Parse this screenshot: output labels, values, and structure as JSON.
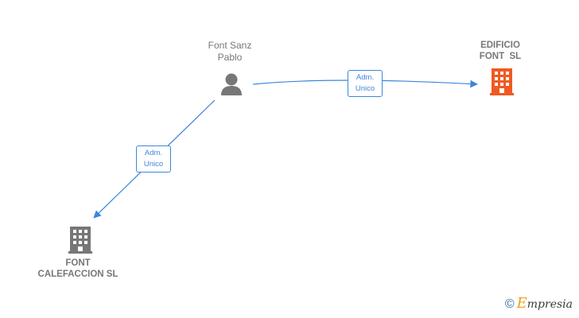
{
  "nodes": {
    "person": {
      "line1": "Font Sanz",
      "line2": "Pablo"
    },
    "company_right": {
      "line1": "EDIFICIO",
      "line2": "FONT  SL"
    },
    "company_left": {
      "line1": "FONT",
      "line2": "CALEFACCION SL"
    }
  },
  "edges": {
    "to_right": {
      "line1": "Adm.",
      "line2": "Unico"
    },
    "to_left": {
      "line1": "Adm.",
      "line2": "Unico"
    }
  },
  "brand": {
    "symbol": "©",
    "initial": "E",
    "rest": "mpresia"
  },
  "colors": {
    "edge": "#3d86d9",
    "person_icon": "#777777",
    "company_icon": "#777777",
    "company_highlight": "#f05a22"
  }
}
